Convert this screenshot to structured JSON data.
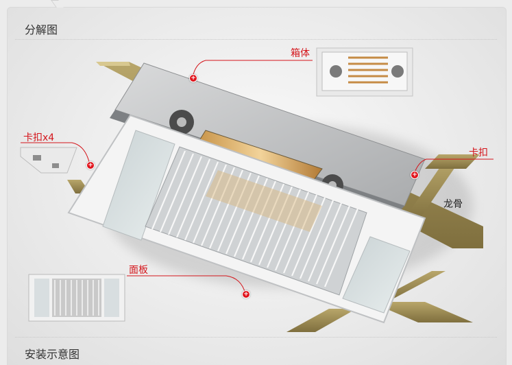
{
  "sections": {
    "exploded_title": "分解图",
    "install_title": "安装示意图"
  },
  "callouts": {
    "housing": "箱体",
    "clips_x4": "卡扣x4",
    "clip": "卡扣",
    "keel": "龙骨",
    "panel": "面板"
  },
  "colors": {
    "accent": "#d4151b",
    "keel": "#9c8a52",
    "panel_frame": "#f2f2f2"
  }
}
